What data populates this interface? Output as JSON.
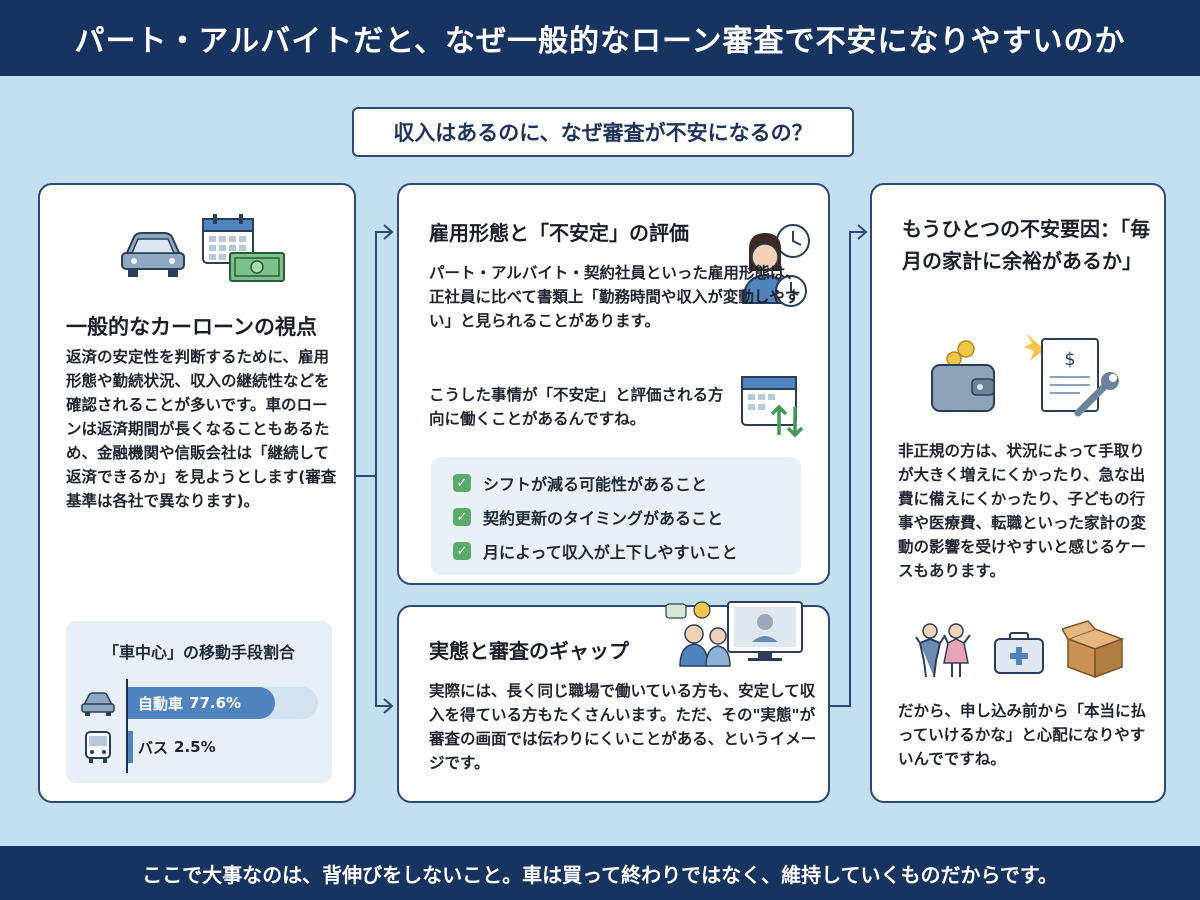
{
  "header": {
    "title": "パート・アルバイトだと、なぜ一般的なローン審査で不安になりやすいのか"
  },
  "question": "収入はあるのに、なぜ審査が不安になるの？",
  "card1": {
    "title": "一般的なカーローンの視点",
    "body": "返済の安定性を判断するために、雇用形態や勤続状況、収入の継続性などを確認されることが多いです。車のローンは返済期間が長くなることもあるため、金融機関や信販会社は「継続して返済できるか」を見ようとします(審査基準は各社で異なります)。",
    "icons": [
      "car-icon",
      "calendar-icon",
      "money-icon"
    ],
    "stat": {
      "title": "「車中心」の移動手段割合",
      "items": [
        {
          "label": "自動車",
          "value": "77.6%",
          "percent": 77.6,
          "icon": "car-icon"
        },
        {
          "label": "バス",
          "value": "2.5%",
          "percent": 2.5,
          "icon": "bus-icon"
        }
      ]
    }
  },
  "card2": {
    "title": "雇用形態と「不安定」の評価",
    "body1": "パート・アルバイト・契約社員といった雇用形態は、正社員に比べて書類上「勤務時間や収入が変動しやすい」と見られることがあります。",
    "body2": "こうした事情が「不安定」と評価される方向に働くことがあるんですね。",
    "checks": [
      "シフトが減る可能性があること",
      "契約更新のタイミングがあること",
      "月によって収入が上下しやすいこと"
    ],
    "icons": [
      "worker-clock-icon",
      "calendar-arrows-icon"
    ]
  },
  "card3": {
    "title": "実態と審査のギャップ",
    "body": "実際には、長く同じ職場で働いている方も、安定して収入を得ている方もたくさんいます。ただ、その\"実態\"が審査の画面では伝わりにくいことがある、というイメージです。",
    "icons": [
      "people-icon",
      "monitor-icon"
    ]
  },
  "card4": {
    "title": "もうひとつの不安要因：「毎月の家計に余裕があるか」",
    "body1": "非正規の方は、状況によって手取りが大きく増えにくかったり、急な出費に備えにくかったり、子どもの行事や医療費、転職といった家計の変動の影響を受けやすいと感じるケースもあります。",
    "body2": "だから、申し込み前から「本当に払っていけるかな」と心配になりやすいんでですね。",
    "icons": [
      "wallet-icon",
      "bill-wrench-icon",
      "children-icon",
      "first-aid-icon",
      "box-icon"
    ]
  },
  "footer": {
    "text": "ここで大事なのは、背伸びをしないこと。車は買って終わりではなく、維持していくものだからです。"
  },
  "colors": {
    "navy": "#17335f",
    "background": "#c4e0f0",
    "accent": "#4f84bf",
    "check": "#5aab6a"
  }
}
